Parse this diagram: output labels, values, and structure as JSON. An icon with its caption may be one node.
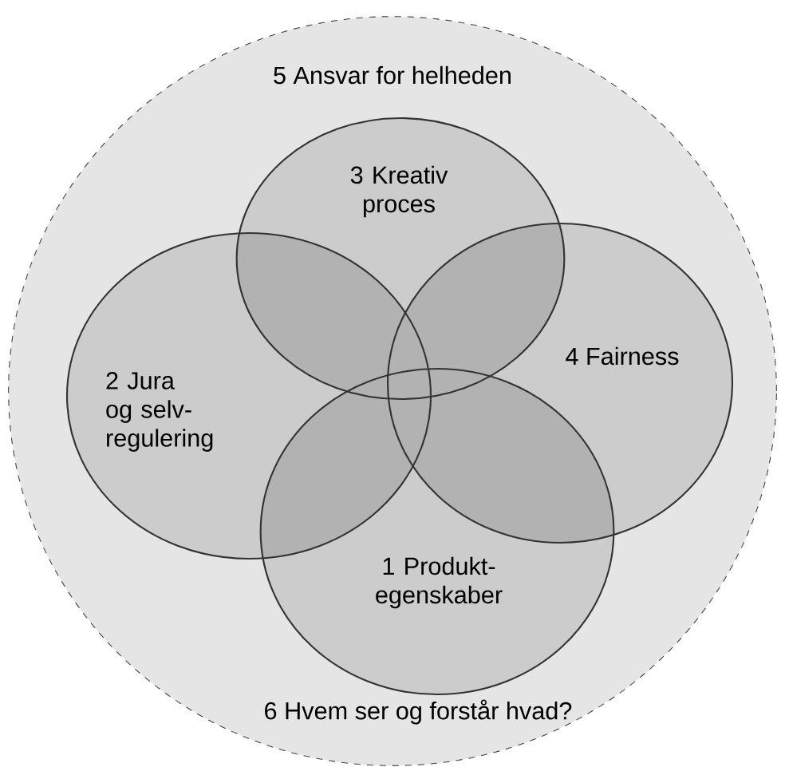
{
  "diagram": {
    "nodes": [
      {
        "text": [
          "5 Ansvar for helheden",
          "6 Hvem ser og forstår hvad?"
        ]
      },
      {
        "text": [
          "3 Kreativ proces"
        ],
        "in": 0
      },
      {
        "text": [
          "2 Jura og selv-regulering"
        ],
        "in": 0
      },
      {
        "text": [
          "4 Fairness"
        ],
        "in": 0
      },
      {
        "text": [
          "1 Produkt-egenskaber"
        ],
        "in": 0
      }
    ]
  }
}
